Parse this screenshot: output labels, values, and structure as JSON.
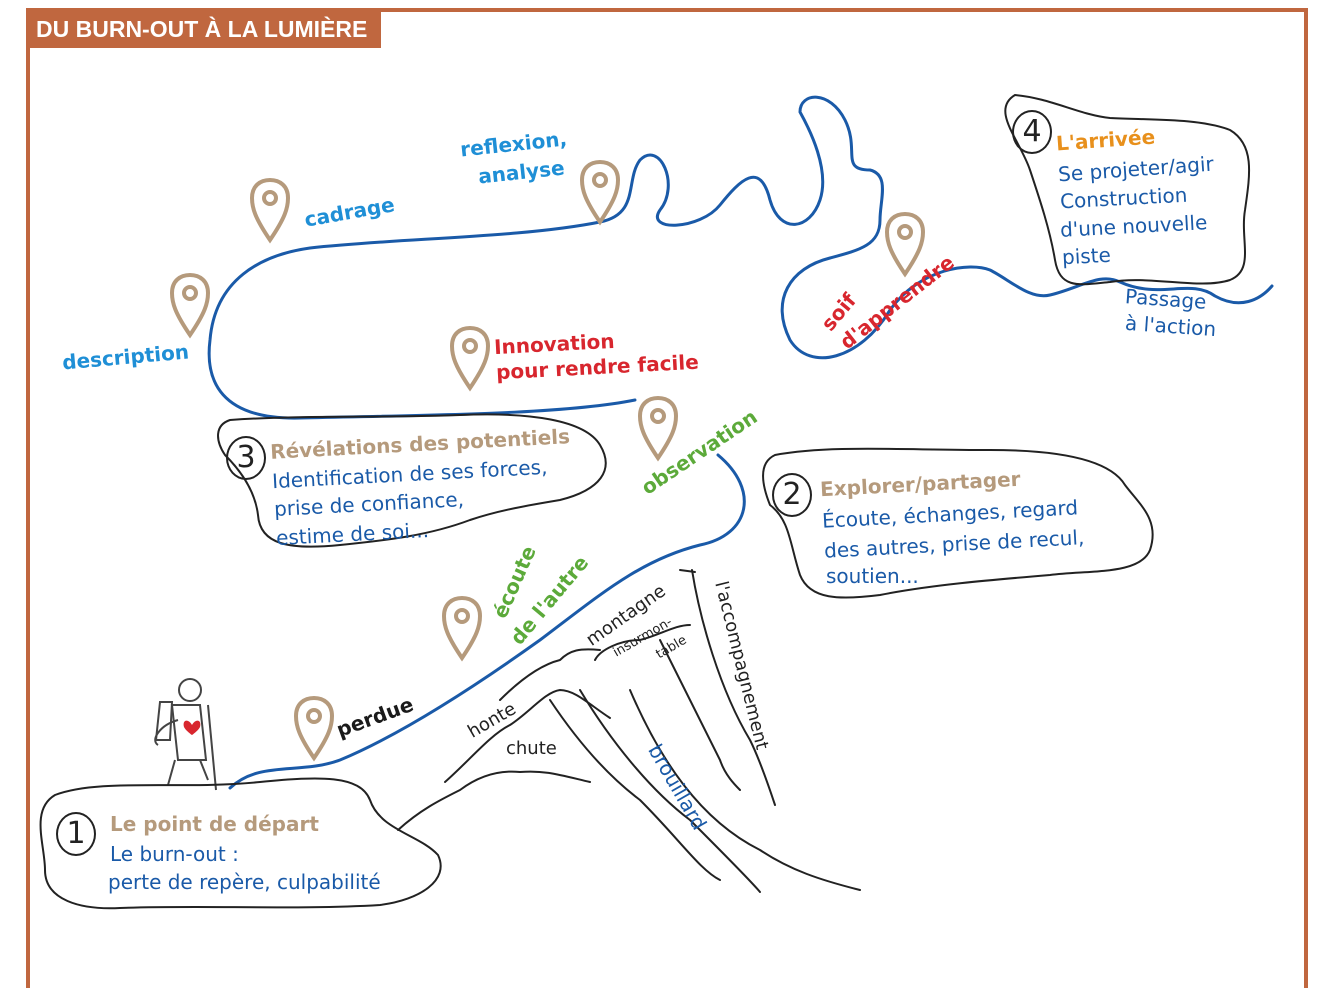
{
  "title": "DU BURN-OUT À LA LUMIÈRE",
  "colors": {
    "frame": "#c0673f",
    "path": "#1a5aa8",
    "pin": "#b59a7c",
    "blue_label": "#1f8fd6",
    "red_label": "#d8262e",
    "green_label": "#5caa3a",
    "orange_title": "#e8901c"
  },
  "path_labels": {
    "description": "description",
    "cadrage": "cadrage",
    "reflexion_line1": "reflexion,",
    "reflexion_line2": "analyse",
    "innovation_line1": "Innovation",
    "innovation_line2": "pour rendre facile",
    "observation": "observation",
    "ecoute_line1": "écoute",
    "ecoute_line2": "de l'autre",
    "perdue": "perdue",
    "soif_line1": "soif",
    "soif_line2": "d'apprendre",
    "passage_line1": "Passage",
    "passage_line2": "à l'action"
  },
  "mountain_labels": {
    "honte": "honte",
    "chute": "chute",
    "montagne": "montagne",
    "insurmon1": "insurmon-",
    "insurmon2": "table",
    "brouillard": "brouillard",
    "accompagnement": "l'accompagnement"
  },
  "steps": [
    {
      "number": "1",
      "title": "Le point de départ",
      "lines": [
        "Le burn-out :",
        "perte de repère, culpabilité"
      ]
    },
    {
      "number": "2",
      "title": "Explorer/partager",
      "lines": [
        "Écoute, échanges, regard",
        "des autres, prise de recul,",
        "soutien..."
      ]
    },
    {
      "number": "3",
      "title": "Révélations des potentiels",
      "lines": [
        "Identification de ses forces,",
        "prise de confiance,",
        "estime de soi..."
      ]
    },
    {
      "number": "4",
      "title": "L'arrivée",
      "lines": [
        "Se projeter/agir",
        "Construction",
        "d'une nouvelle",
        "piste"
      ]
    }
  ],
  "icons": [
    "location-pin-icon",
    "hiker-icon",
    "heart-icon"
  ]
}
